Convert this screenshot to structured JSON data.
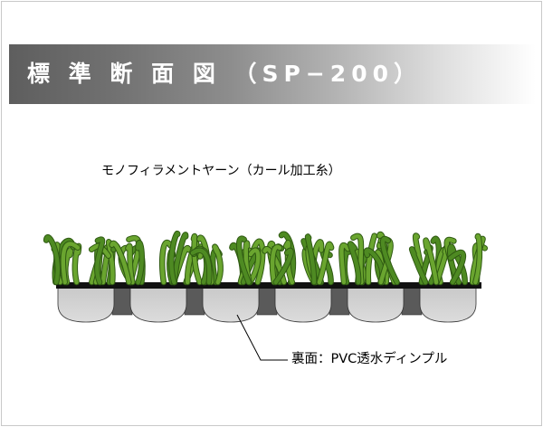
{
  "title": "標 準 断 面 図 （SP−200）",
  "labels": {
    "yarn": "モノフィラメントヤーン（カール加工糸）",
    "backing": "裏面：PVC透水ディンプル"
  },
  "colors": {
    "title_text": "#ffffff",
    "turf_green": "#6aa52f",
    "turf_dark": "#2f5a12",
    "turf_mid": "#4e8a22",
    "base_strip": "#111111",
    "dimple_light": "#d2d2d2",
    "dimple_dark": "#5a5a5a"
  }
}
